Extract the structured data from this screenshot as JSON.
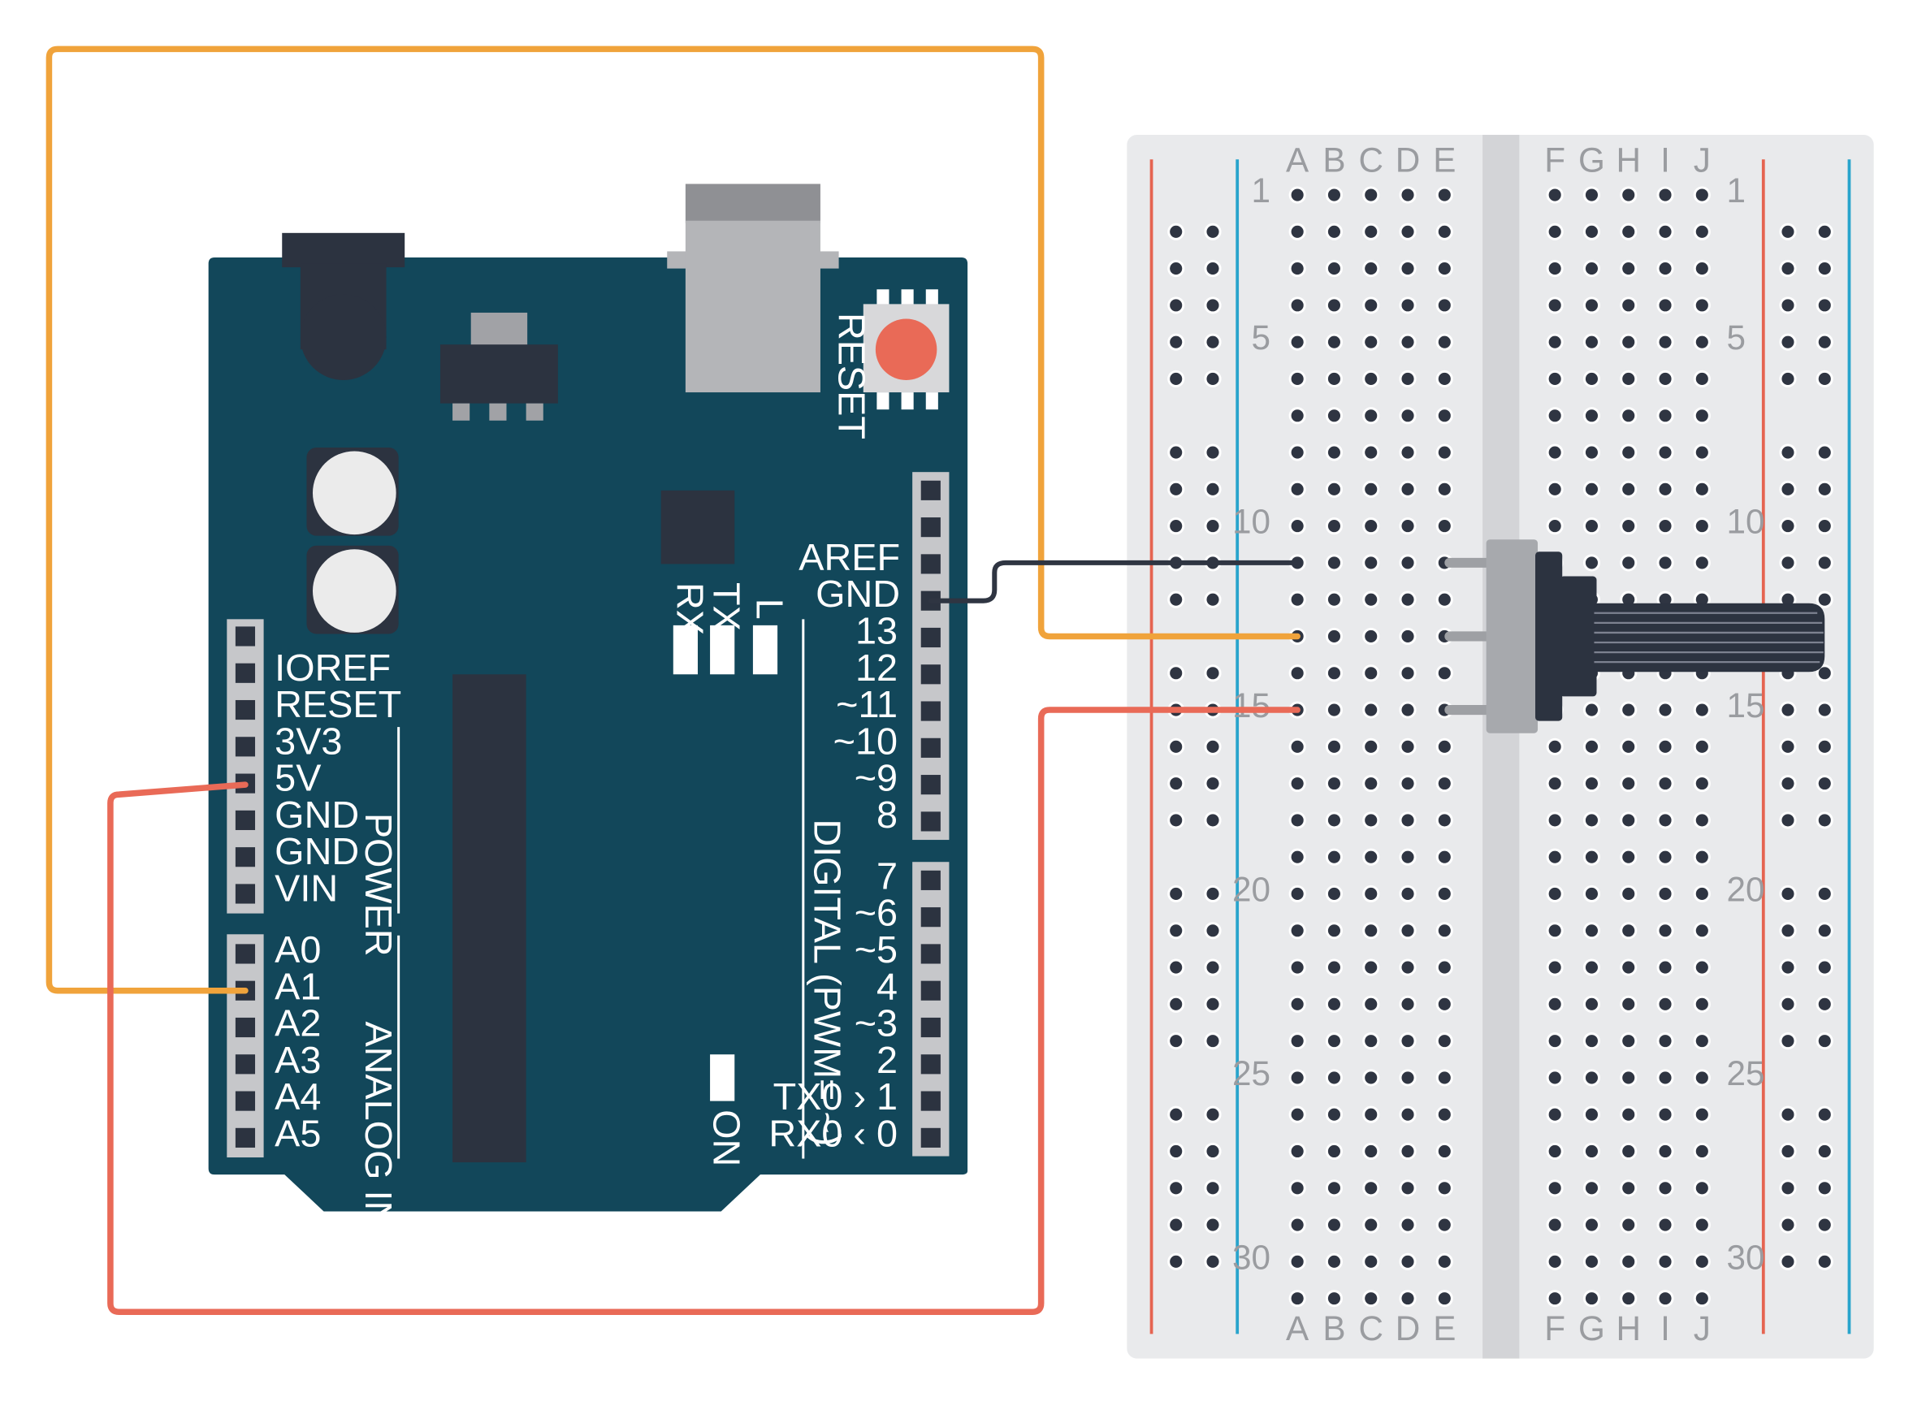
{
  "colors": {
    "board": "#12475a",
    "wire_orange": "#f0a33b",
    "wire_red": "#e96a57",
    "wire_black": "#2f3542",
    "breadboard": "#e9eaec",
    "rail_red": "#e56451",
    "rail_blue": "#28a4cc",
    "reset_button": "#e96a57"
  },
  "arduino": {
    "reset_label": "RESET",
    "led_labels": [
      "RX",
      "TX",
      "L"
    ],
    "on_label": "ON",
    "power_pins": [
      "IOREF",
      "RESET",
      "3V3",
      "5V",
      "GND",
      "GND",
      "VIN"
    ],
    "power_group_label": "POWER",
    "analog_pins": [
      "A0",
      "A1",
      "A2",
      "A3",
      "A4",
      "A5"
    ],
    "analog_group_label": "ANALOG IN",
    "digital_upper_pins": [
      "AREF",
      "GND",
      "13",
      "12",
      "~11",
      "~10",
      "~9",
      "8"
    ],
    "digital_lower_pins": [
      "7",
      "~6",
      "~5",
      "4",
      "~3",
      "2",
      "TX0 › 1",
      "RX0 ‹ 0"
    ],
    "digital_group_label": "DIGITAL (PWM= ~)"
  },
  "breadboard": {
    "left_columns": [
      "A",
      "B",
      "C",
      "D",
      "E"
    ],
    "right_columns": [
      "F",
      "G",
      "H",
      "I",
      "J"
    ],
    "row_numbers": [
      "1",
      "5",
      "10",
      "15",
      "20",
      "25",
      "30"
    ],
    "row_count": 31
  },
  "potentiometer": {
    "component": "rotary potentiometer",
    "pins": 3
  },
  "wires": [
    {
      "color": "orange",
      "from": "A1",
      "to": "row 13"
    },
    {
      "color": "red",
      "from": "5V",
      "to": "row 15"
    },
    {
      "color": "black",
      "from": "GND",
      "to": "row 11"
    }
  ]
}
